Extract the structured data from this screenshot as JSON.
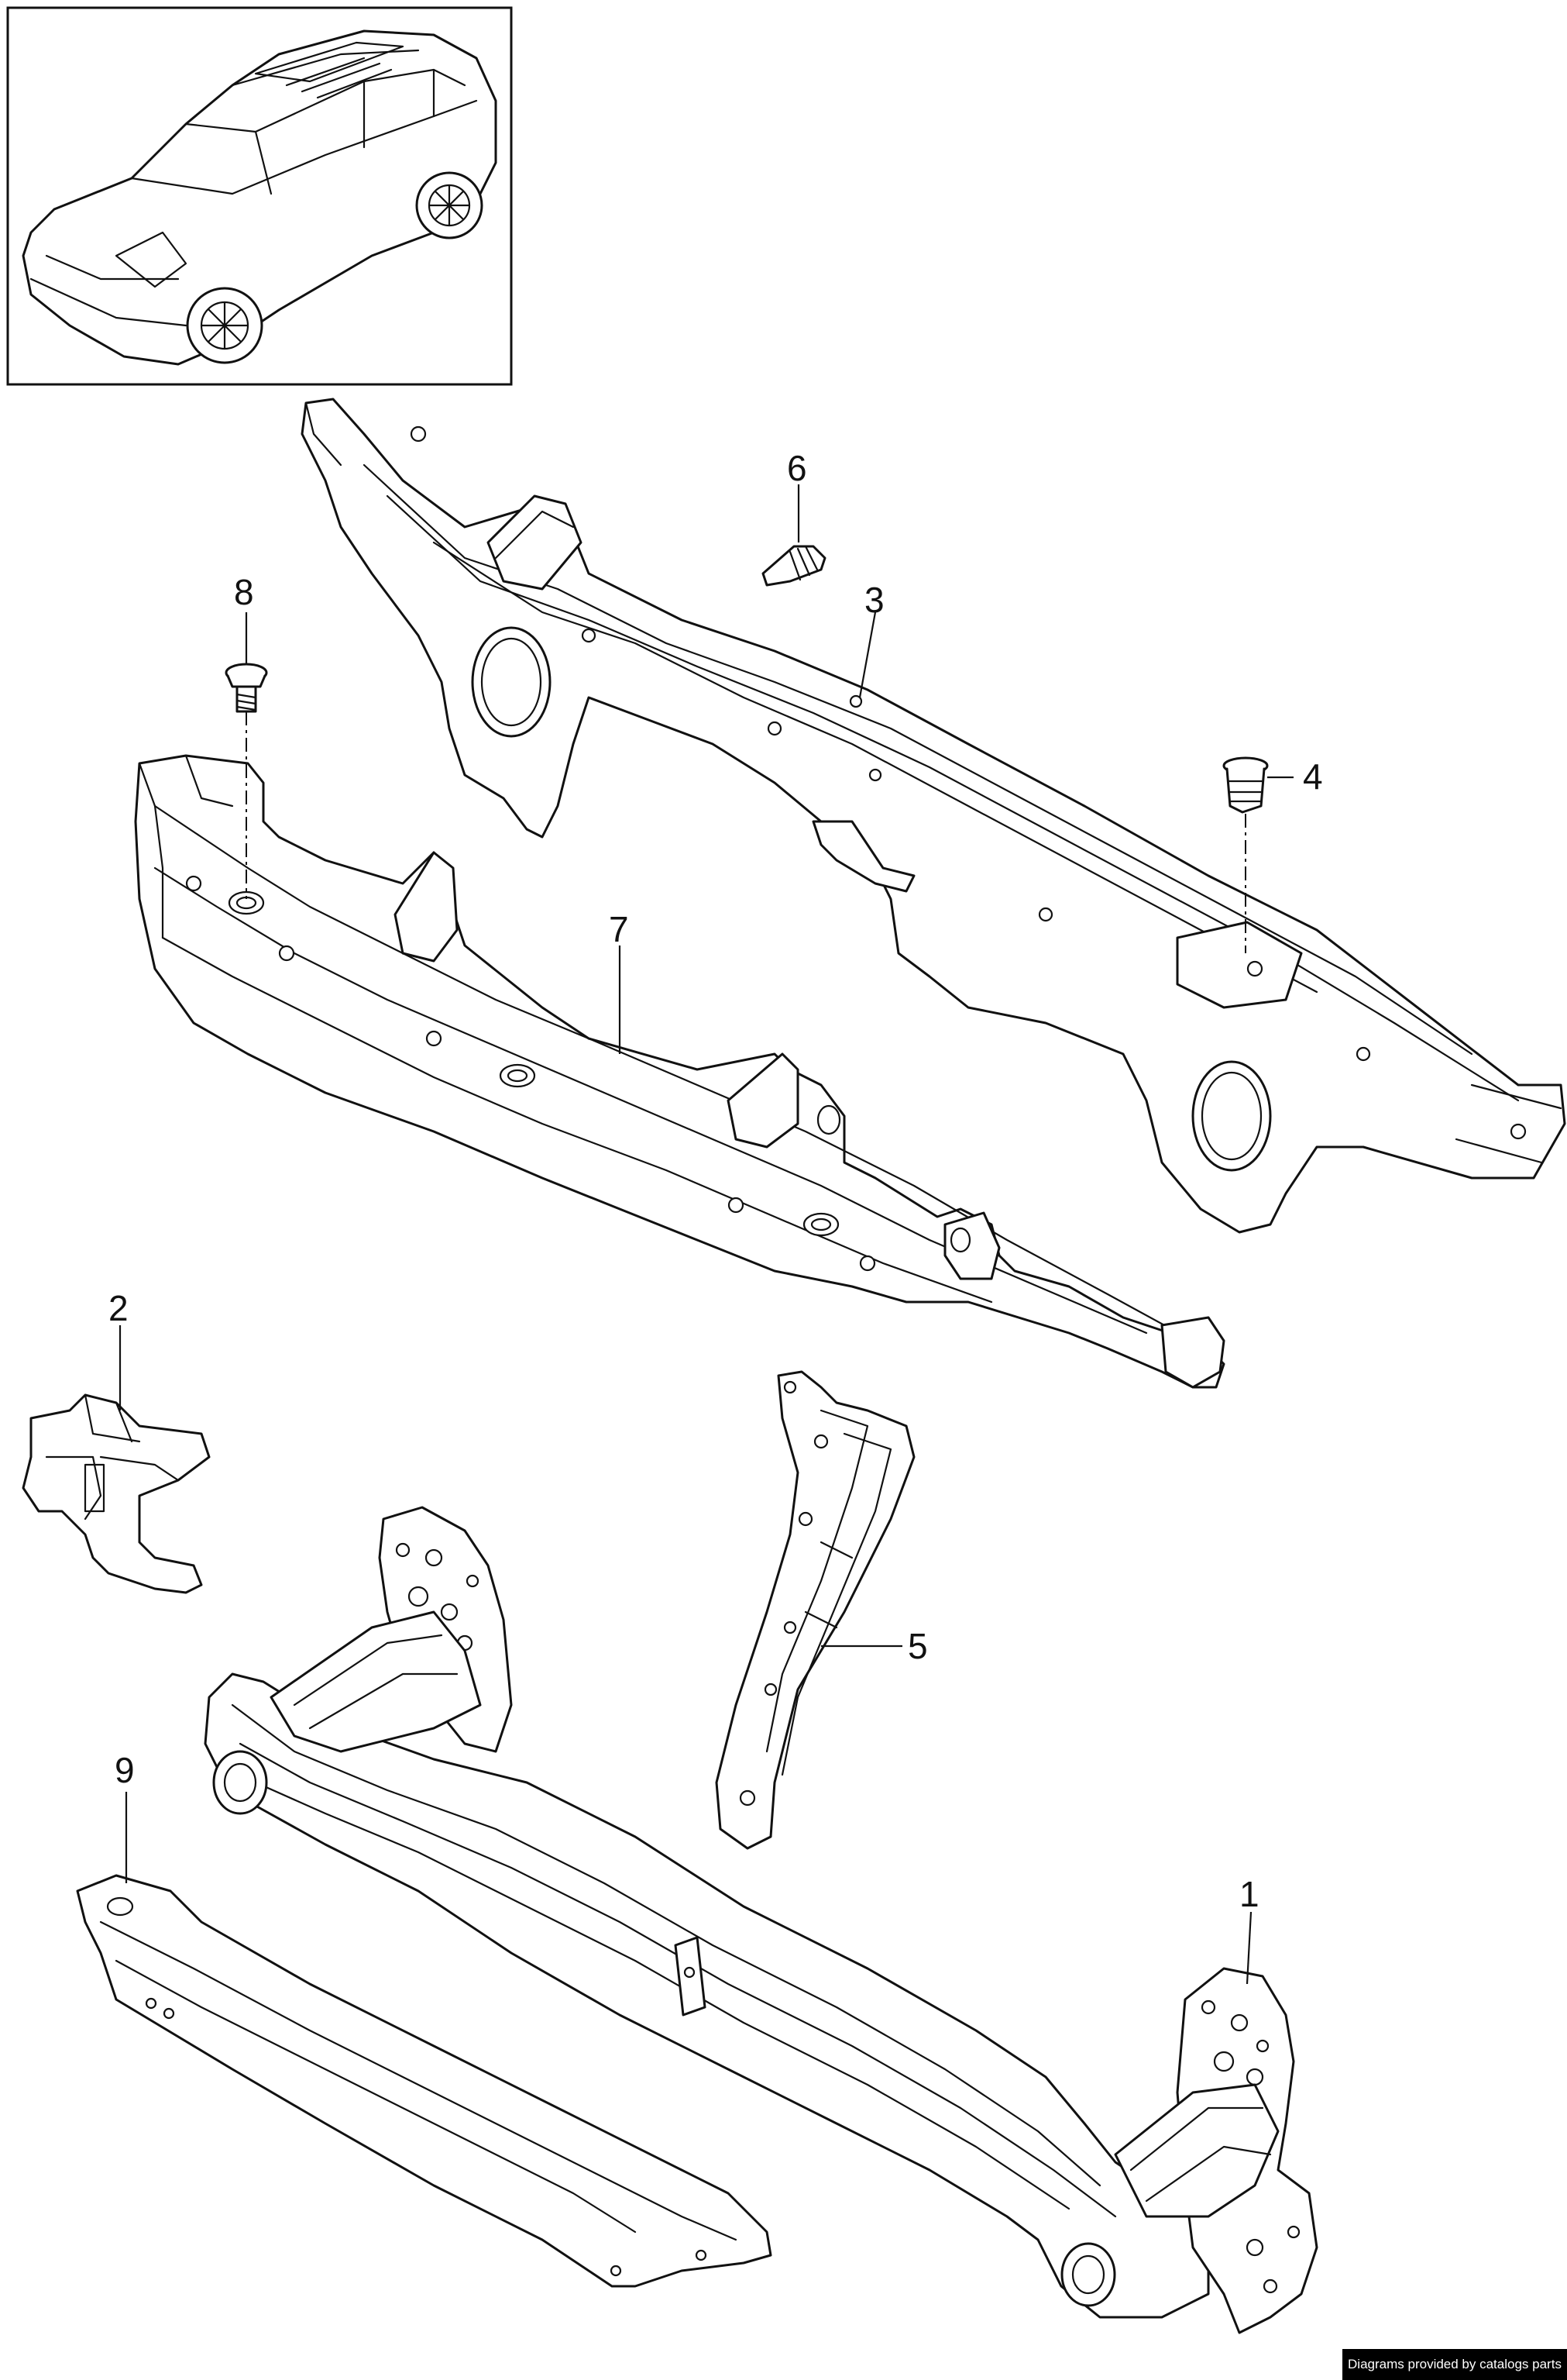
{
  "callouts": {
    "c1": "1",
    "c2": "2",
    "c3": "3",
    "c4": "4",
    "c5": "5",
    "c6": "6",
    "c7": "7",
    "c8": "8",
    "c9": "9"
  },
  "credit": "Diagrams provided by catalogs parts"
}
